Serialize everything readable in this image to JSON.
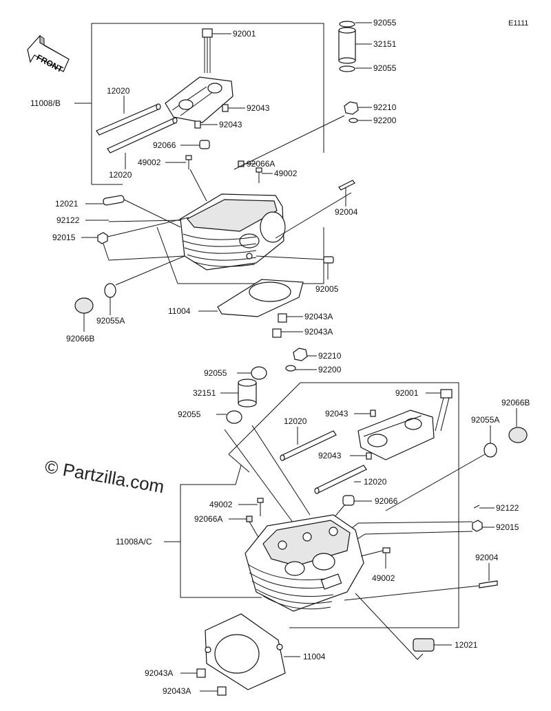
{
  "diagram_code": "E1111",
  "front_label": "FRONT",
  "watermark": "© Partzilla.com",
  "labels": {
    "l92001a": "92001",
    "l92055a": "92055",
    "l32151a": "32151",
    "l92055b": "92055",
    "l92210a": "92210",
    "l92200a": "92200",
    "l92043a": "92043",
    "l92043b": "92043",
    "l12020a": "12020",
    "l12020b": "12020",
    "l11008B": "11008/B",
    "l92066a": "92066",
    "l49002a": "49002",
    "l92066Aa": "92066A",
    "l49002b": "49002",
    "l12021a": "12021",
    "l92122a": "92122",
    "l92015a": "92015",
    "l92004a": "92004",
    "l92005a": "92005",
    "l11004a": "11004",
    "l92043Aa": "92043A",
    "l92043Ab": "92043A",
    "l92066Ba": "92066B",
    "l92055Aa": "92055A",
    "l92210b": "92210",
    "l92200b": "92200",
    "l92055c": "92055",
    "l32151b": "32151",
    "l92055d": "92055",
    "l92001b": "92001",
    "l92043c": "92043",
    "l12020c": "12020",
    "l92043d": "92043",
    "l92066Bb": "92066B",
    "l92055Ab": "92055A",
    "l12020d": "12020",
    "l49002c": "49002",
    "l92066b": "92066",
    "l92066Ab": "92066A",
    "l92122b": "92122",
    "l11008AC": "11008A/C",
    "l92015b": "92015",
    "l49002d": "49002",
    "l92004b": "92004",
    "l12021b": "12021",
    "l11004b": "11004",
    "l92043Ac": "92043A",
    "l92043Ad": "92043A"
  }
}
